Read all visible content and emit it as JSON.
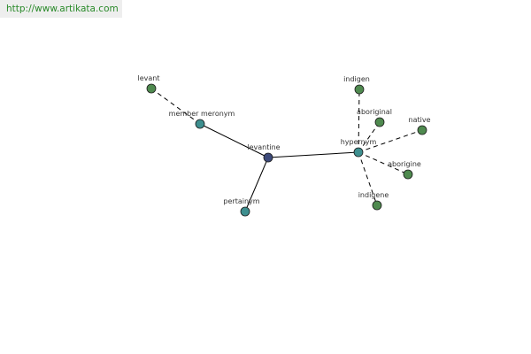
{
  "watermark": {
    "text": "http://www.artikata.com",
    "color": "#2a8a2a"
  },
  "graph": {
    "colors": {
      "center": "#3d4a7a",
      "relation": "#3e8f8f",
      "leaf": "#4f8a4f",
      "edge": "#000000"
    },
    "nodes": [
      {
        "id": "levantine",
        "label": "levantine",
        "kind": "center"
      },
      {
        "id": "member-meronym",
        "label": "member meronym",
        "kind": "relation"
      },
      {
        "id": "hypernym",
        "label": "hypernym",
        "kind": "relation"
      },
      {
        "id": "pertainym",
        "label": "pertainym",
        "kind": "relation"
      },
      {
        "id": "levant",
        "label": "levant",
        "kind": "leaf"
      },
      {
        "id": "indigen",
        "label": "indigen",
        "kind": "leaf"
      },
      {
        "id": "aboriginal",
        "label": "aboriginal",
        "kind": "leaf"
      },
      {
        "id": "native",
        "label": "native",
        "kind": "leaf"
      },
      {
        "id": "aborigine",
        "label": "aborigine",
        "kind": "leaf"
      },
      {
        "id": "indigene",
        "label": "indigene",
        "kind": "leaf"
      }
    ],
    "edges": [
      {
        "from": "levantine",
        "to": "member-meronym",
        "style": "solid"
      },
      {
        "from": "levantine",
        "to": "hypernym",
        "style": "solid"
      },
      {
        "from": "levantine",
        "to": "pertainym",
        "style": "solid"
      },
      {
        "from": "member-meronym",
        "to": "levant",
        "style": "dashed"
      },
      {
        "from": "hypernym",
        "to": "indigen",
        "style": "dashed"
      },
      {
        "from": "hypernym",
        "to": "aboriginal",
        "style": "dashed"
      },
      {
        "from": "hypernym",
        "to": "native",
        "style": "dashed"
      },
      {
        "from": "hypernym",
        "to": "aborigine",
        "style": "dashed"
      },
      {
        "from": "hypernym",
        "to": "indigene",
        "style": "dashed"
      }
    ]
  }
}
